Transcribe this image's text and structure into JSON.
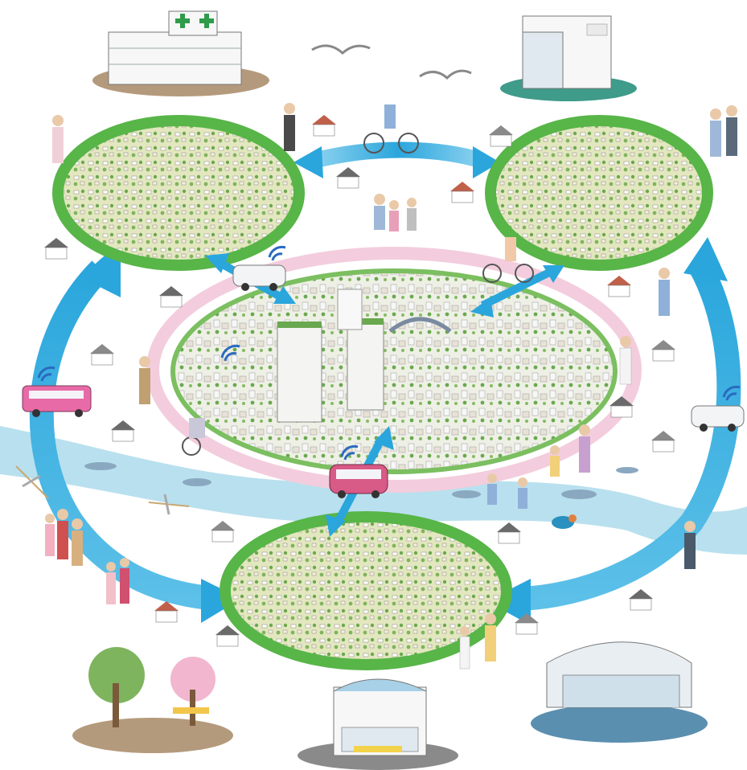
{
  "scene": {
    "colors": {
      "background": "#ffffff",
      "ring_green": "#58b548",
      "arrow_blue": "#2aa6dc",
      "arrow_blue_light": "#8fd3f0",
      "river": "#a8d8ea",
      "inner_ring_pink": "#f6d3e0",
      "town_fill": "#dfe6b8",
      "tree_green": "#6aa84f",
      "bus_pink": "#e86aa6",
      "car_white": "#f2f4f6",
      "pedestal_brown": "#b49a7c",
      "pedestal_teal": "#3f9b8a",
      "pedestal_gray": "#8a8a8a",
      "pedestal_blue": "#5b8fb0",
      "hospital_cross": "#2e9c4a"
    },
    "hubs": [
      {
        "id": "hub-top-left",
        "kind": "residential-town"
      },
      {
        "id": "hub-top-right",
        "kind": "residential-town"
      },
      {
        "id": "hub-center",
        "kind": "central-urban-core"
      },
      {
        "id": "hub-bottom",
        "kind": "residential-town"
      }
    ],
    "facilities": [
      {
        "id": "hospital",
        "icon": "hospital-icon"
      },
      {
        "id": "office",
        "icon": "office-building-icon"
      },
      {
        "id": "park",
        "icon": "park-icon"
      },
      {
        "id": "clinic",
        "icon": "clinic-building-icon"
      },
      {
        "id": "gymnasium",
        "icon": "gymnasium-icon"
      }
    ],
    "vehicles": [
      {
        "id": "bus",
        "icon": "bus-icon",
        "connected": true
      },
      {
        "id": "taxi-top",
        "icon": "car-icon",
        "connected": true
      },
      {
        "id": "taxi-right",
        "icon": "car-icon",
        "connected": true
      },
      {
        "id": "minibus-center",
        "icon": "autonomous-minibus-icon",
        "connected": true
      }
    ]
  }
}
